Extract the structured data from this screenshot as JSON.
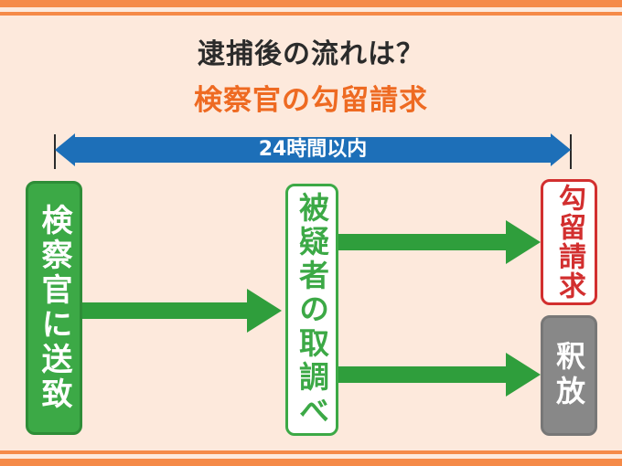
{
  "title": {
    "line1": "逮捕後の流れは？",
    "line2": "検察官の勾留請求"
  },
  "time_span": {
    "label": "24時間以内"
  },
  "nodes": {
    "sent_to_prosecutor": "検察官に送致",
    "interrogation": "被疑者の取調べ",
    "detention_request": "勾留請求",
    "release": "釈放"
  },
  "colors": {
    "background": "#fde9dc",
    "stripe": "#f58a48",
    "title_accent": "#ee6a22",
    "span_arrow": "#1d6fb8",
    "green": "#3ca946",
    "red": "#d22f2f",
    "gray": "#888888"
  }
}
